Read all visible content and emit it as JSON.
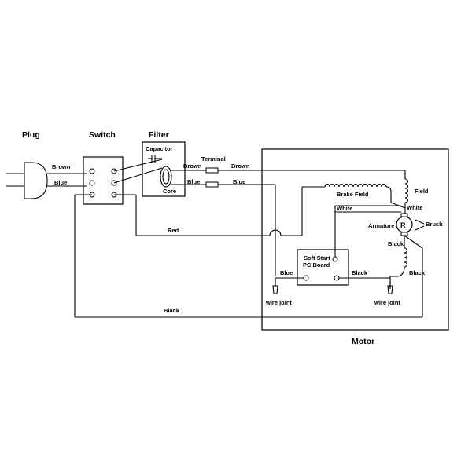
{
  "headings": {
    "plug": "Plug",
    "switch": "Switch",
    "filter": "Filter",
    "motor": "Motor"
  },
  "labels": {
    "brown_plug": "Brown",
    "blue_plug": "Blue",
    "capacitor": "Capacitor",
    "core": "Core",
    "brown_filter": "Brown",
    "blue_filter": "Blue",
    "terminal": "Terminal",
    "brown_motor": "Brown",
    "blue_motor": "Blue",
    "brake_field": "Brake Field",
    "field": "Field",
    "white_top": "White",
    "white_left": "White",
    "armature": "Armature",
    "armature_symbol": "R",
    "brush": "Brush",
    "red": "Red",
    "black_armature": "Black",
    "soft_start_line1": "Soft Start",
    "soft_start_line2": "PC Board",
    "blue_joint": "Blue",
    "black_board": "Black",
    "black_field": "Black",
    "wire_joint_left": "wire joint",
    "wire_joint_right": "wire joint",
    "black_bottom": "Black"
  }
}
